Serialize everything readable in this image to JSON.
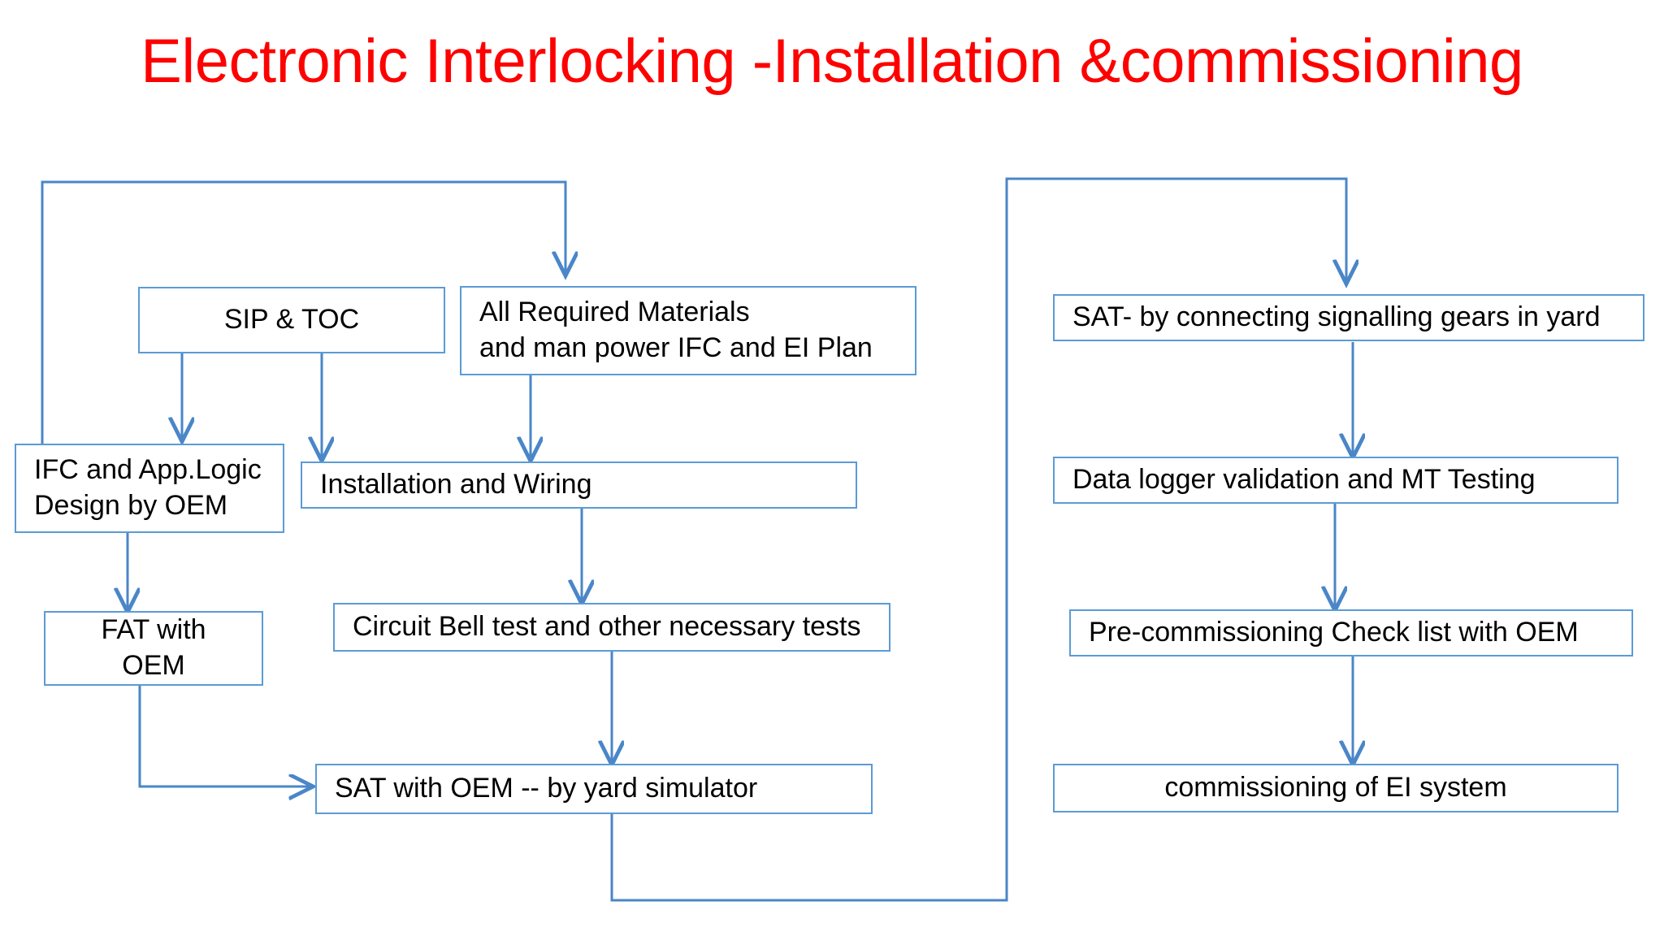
{
  "title": "Electronic Interlocking -Installation &commissioning",
  "title_color": "#ff0000",
  "theme": {
    "box_border": "#5b9bd5",
    "connector": "#4a86c8",
    "text": "#000000",
    "background": "#ffffff"
  },
  "diagram": {
    "type": "flowchart",
    "columns": [
      {
        "name": "left-column",
        "nodes": [
          {
            "id": "sip-toc",
            "label": "SIP & TOC"
          },
          {
            "id": "all-materials",
            "label": "All Required Materials\nand man power IFC and EI Plan"
          },
          {
            "id": "ifc-app-logic",
            "label": "IFC and App.Logic\nDesign by OEM"
          },
          {
            "id": "installation-wiring",
            "label": "Installation  and Wiring"
          },
          {
            "id": "fat-with-oem",
            "label": "FAT with\nOEM"
          },
          {
            "id": "circuit-bell-test",
            "label": "Circuit Bell test and other necessary tests"
          },
          {
            "id": "sat-with-oem",
            "label": "SAT with OEM -- by yard simulator"
          }
        ]
      },
      {
        "name": "right-column",
        "nodes": [
          {
            "id": "sat-signalling-gears",
            "label": "SAT- by connecting signalling gears in yard"
          },
          {
            "id": "data-logger-mt",
            "label": "Data logger validation and MT Testing"
          },
          {
            "id": "pre-commissioning",
            "label": "Pre-commissioning Check list with OEM"
          },
          {
            "id": "commissioning-ei",
            "label": "commissioning of EI system"
          }
        ]
      }
    ],
    "edges": [
      {
        "from": "ifc-app-logic",
        "to": "all-materials",
        "style": "elbow-up-right"
      },
      {
        "from": "sip-toc",
        "to": "ifc-app-logic",
        "style": "straight-down"
      },
      {
        "from": "sip-toc",
        "to": "installation-wiring",
        "style": "straight-down"
      },
      {
        "from": "all-materials",
        "to": "installation-wiring",
        "style": "straight-down"
      },
      {
        "from": "ifc-app-logic",
        "to": "fat-with-oem",
        "style": "straight-down"
      },
      {
        "from": "installation-wiring",
        "to": "circuit-bell-test",
        "style": "straight-down"
      },
      {
        "from": "circuit-bell-test",
        "to": "sat-with-oem",
        "style": "straight-down"
      },
      {
        "from": "fat-with-oem",
        "to": "sat-with-oem",
        "style": "elbow-down-right"
      },
      {
        "from": "sat-with-oem",
        "to": "sat-signalling-gears",
        "style": "elbow-around-right"
      },
      {
        "from": "sat-signalling-gears",
        "to": "data-logger-mt",
        "style": "straight-down"
      },
      {
        "from": "data-logger-mt",
        "to": "pre-commissioning",
        "style": "straight-down"
      },
      {
        "from": "pre-commissioning",
        "to": "commissioning-ei",
        "style": "straight-down"
      }
    ]
  }
}
